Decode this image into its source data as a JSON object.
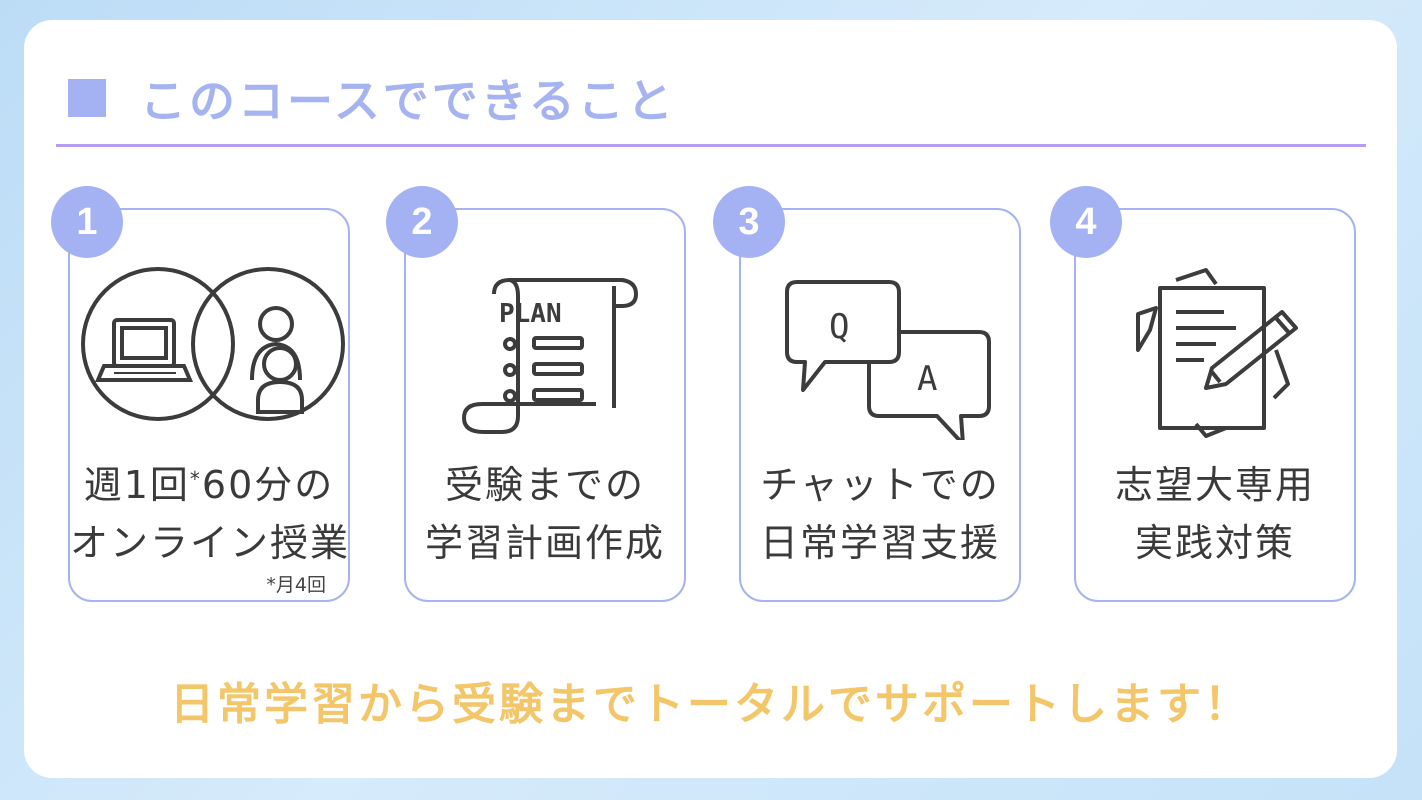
{
  "title": "このコースでできること",
  "cards": [
    {
      "number": "1",
      "line1_a": "週1回",
      "line1_sup": "*",
      "line1_b": "60分の",
      "line2": "オンライン授業",
      "note": "*月4回",
      "icon": "laptop-and-people-icon"
    },
    {
      "number": "2",
      "line1": "受験までの",
      "line2": "学習計画作成",
      "icon": "plan-scroll-icon",
      "icon_text": "PLAN"
    },
    {
      "number": "3",
      "line1": "チャットでの",
      "line2": "日常学習支援",
      "icon": "qa-chat-bubbles-icon",
      "icon_text_q": "Q",
      "icon_text_a": "A"
    },
    {
      "number": "4",
      "line1": "志望大専用",
      "line2": "実践対策",
      "icon": "documents-pencil-icon"
    }
  ],
  "footer": "日常学習から受験までトータルでサポートします！",
  "colors": {
    "accent": "#a4b2f3",
    "rule": "#b59df0",
    "footer": "#f4c66a",
    "icon_stroke": "#3c3c3c"
  }
}
